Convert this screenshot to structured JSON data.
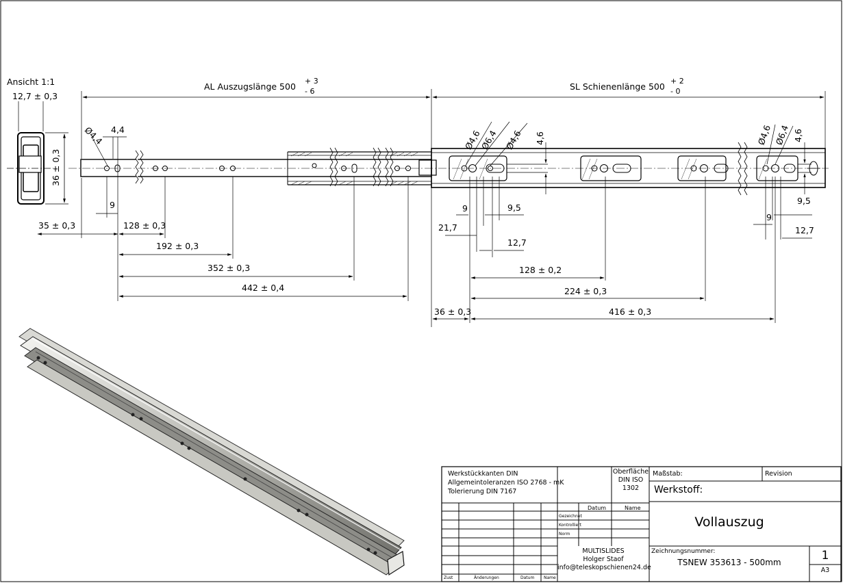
{
  "view": {
    "ansicht": "Ansicht 1:1",
    "width": "12,7 ± 0,3",
    "height": "36 ± 0,3",
    "al": "AL Auszugslänge 500",
    "al_tol_plus": "+ 3",
    "al_tol_minus": "- 6",
    "sl": "SL Schienenlänge 500",
    "sl_tol_plus": "+ 2",
    "sl_tol_minus": "- 0"
  },
  "left_dims": {
    "d1": "4,4",
    "d2": "Ø4,4",
    "d3": "9",
    "d4": "35 ± 0,3",
    "d5": "128 ± 0,3",
    "d6": "192 ± 0,3",
    "d7": "352 ± 0,3",
    "d8": "442 ± 0,4"
  },
  "right_dims": {
    "h1": "Ø4,6",
    "h2": "Ø6,4",
    "h3": "Ø4,6",
    "h4": "4,6",
    "h5": "Ø4,6",
    "h6": "Ø6,4",
    "h7": "4,6",
    "r1": "9",
    "r2": "9,5",
    "r3": "21,7",
    "r4": "12,7",
    "r5": "128 ± 0,2",
    "r6": "224 ± 0,3",
    "r7": "36 ± 0,3",
    "r8": "416 ± 0,3",
    "r9": "9,5",
    "r10": "9",
    "r11": "12,7"
  },
  "title_block": {
    "notes": [
      "Werkstückkanten DIN",
      "Allgemeintoleranzen ISO 2768 - mK",
      "Tolerierung DIN 7167"
    ],
    "surface": [
      "Oberfläche",
      "DIN ISO",
      "1302"
    ],
    "scale_label": "Maßstab:",
    "revision_label": "Revision",
    "material_label": "Werkstoff:",
    "datum_col": "Datum",
    "name_col": "Name",
    "rows": [
      "Gezeichnet",
      "Kontrolliert",
      "Norm"
    ],
    "part_name": "Vollauszug",
    "company": "MULTISLIDES",
    "person": "Holger Staof",
    "email": "info@teleskopschienen24.de",
    "drawing_no_label": "Zeichnungsnummer:",
    "drawing_no": "TSNEW 353613 - 500mm",
    "sheet_no": "1",
    "format": "A3",
    "footer": [
      "Zust",
      "Änderungen",
      "Datum",
      "Name"
    ]
  }
}
